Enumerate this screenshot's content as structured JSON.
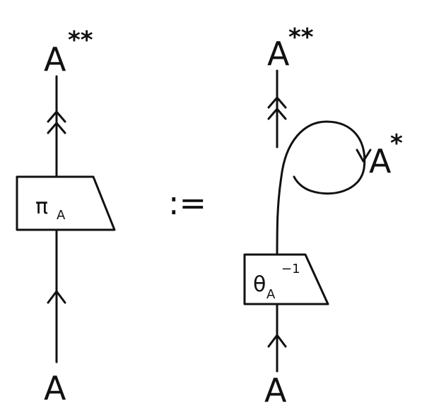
{
  "left": {
    "top_object": "A",
    "top_superscript": "**",
    "bottom_object": "A",
    "morphism": "π",
    "morphism_subscript": "A"
  },
  "definition_symbol": ":=",
  "right": {
    "top_object": "A",
    "top_superscript": "**",
    "bottom_object": "A",
    "loop_object": "A",
    "loop_superscript": "*",
    "morphism": "θ",
    "morphism_subscript": "A",
    "morphism_superscript": "−1"
  },
  "colors": {
    "ink": "#111111",
    "background": "#ffffff"
  }
}
